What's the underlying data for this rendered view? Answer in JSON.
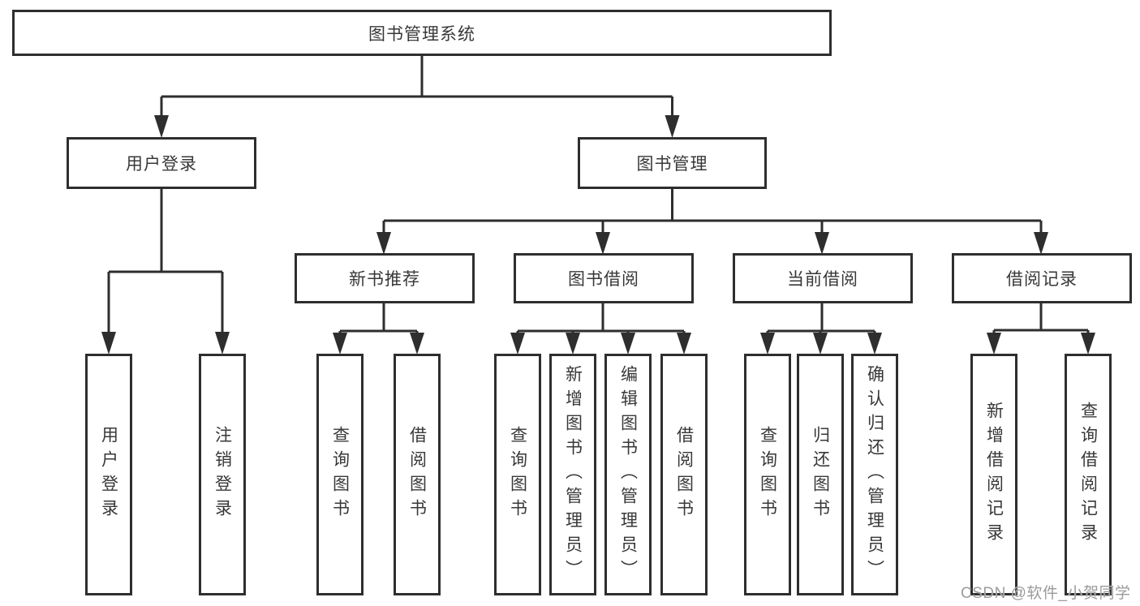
{
  "tree": {
    "root": {
      "label": "图书管理系统"
    },
    "branches": [
      {
        "label": "用户登录",
        "children": [
          {
            "label": "用户登录"
          },
          {
            "label": "注销登录"
          }
        ]
      },
      {
        "label": "图书管理",
        "children": [
          {
            "label": "新书推荐",
            "children": [
              {
                "label": "查询图书"
              },
              {
                "label": "借阅图书"
              }
            ]
          },
          {
            "label": "图书借阅",
            "children": [
              {
                "label": "查询图书"
              },
              {
                "label": "新增图书（管理员）"
              },
              {
                "label": "编辑图书（管理员）"
              },
              {
                "label": "借阅图书"
              }
            ]
          },
          {
            "label": "当前借阅",
            "children": [
              {
                "label": "查询图书"
              },
              {
                "label": "归还图书"
              },
              {
                "label": "确认归还（管理员）"
              }
            ]
          },
          {
            "label": "借阅记录",
            "children": [
              {
                "label": "新增借阅记录"
              },
              {
                "label": "查询借阅记录"
              }
            ]
          }
        ]
      }
    ]
  },
  "watermark": {
    "text": "CSDN @软件_小贺同学"
  },
  "colors": {
    "line": "#2e2e2e",
    "box_border": "#2e2e2e",
    "text": "#383838",
    "watermark": "#9b9b9b",
    "background": "#ffffff"
  }
}
